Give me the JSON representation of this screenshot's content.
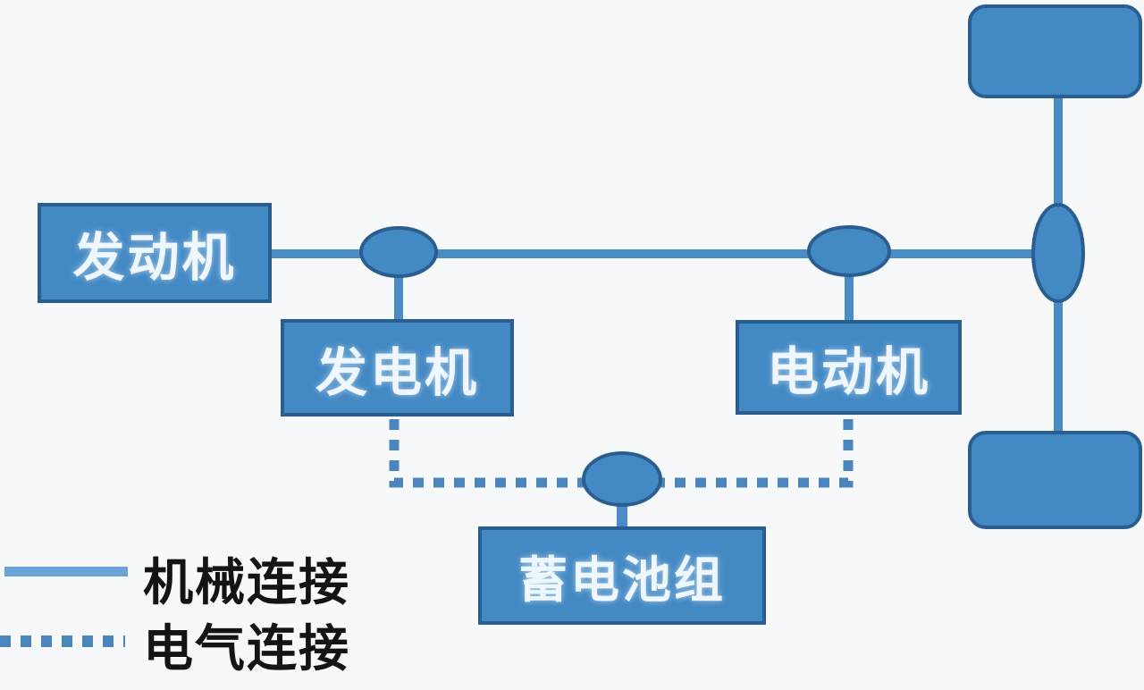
{
  "diagram": {
    "type": "series-hybrid-powertrain-diagram",
    "nodes": {
      "engine": {
        "label": "发动机"
      },
      "generator": {
        "label": "发电机"
      },
      "motor": {
        "label": "电动机"
      },
      "battery": {
        "label": "蓄电池组"
      },
      "front_wheel": {
        "label": ""
      },
      "rear_wheel": {
        "label": ""
      }
    },
    "connections": [
      {
        "from": "engine",
        "to": "generator-junction",
        "type": "mechanical"
      },
      {
        "from": "generator-junction",
        "to": "generator",
        "type": "mechanical"
      },
      {
        "from": "generator-junction",
        "to": "motor-junction",
        "type": "mechanical"
      },
      {
        "from": "motor-junction",
        "to": "motor",
        "type": "mechanical"
      },
      {
        "from": "motor-junction",
        "to": "axle-junction",
        "type": "mechanical"
      },
      {
        "from": "axle-junction",
        "to": "front_wheel",
        "type": "mechanical"
      },
      {
        "from": "axle-junction",
        "to": "rear_wheel",
        "type": "mechanical"
      },
      {
        "from": "generator",
        "to": "battery-junction",
        "type": "electrical"
      },
      {
        "from": "battery-junction",
        "to": "battery",
        "type": "electrical"
      },
      {
        "from": "motor",
        "to": "battery-junction",
        "type": "electrical"
      }
    ],
    "legend": [
      {
        "type": "mechanical",
        "line_style": "solid",
        "label": "机械连接"
      },
      {
        "type": "electrical",
        "line_style": "dotted",
        "label": "电气连接"
      }
    ],
    "colors": {
      "node_fill": "#4389c4",
      "node_border": "#2a5d90",
      "mechanical_line": "#4a8cc5",
      "electrical_line": "#4a86bd",
      "legend_solid_swatch": "#6aa3d8",
      "node_text": "#eef6ff",
      "legend_text": "#141414",
      "background": "#f7f8fa"
    }
  }
}
